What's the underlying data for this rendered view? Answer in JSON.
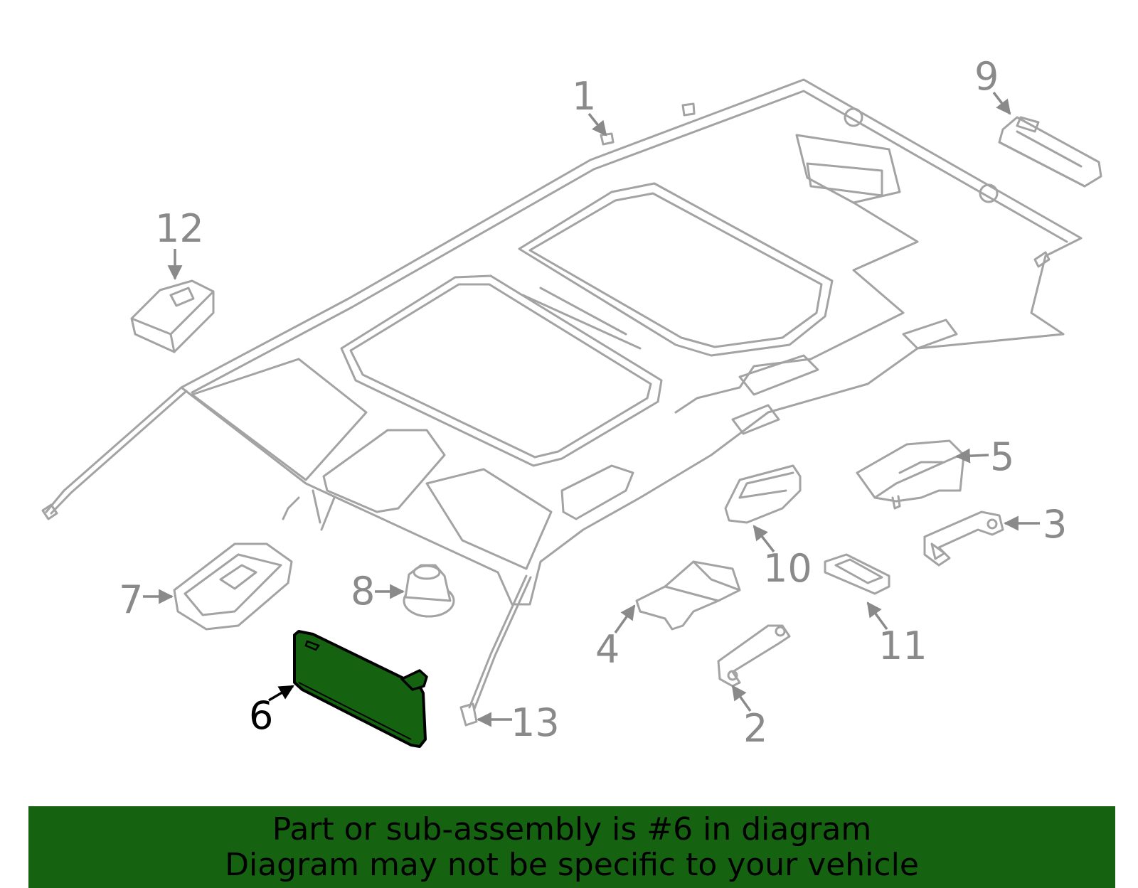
{
  "callouts": {
    "c1": "1",
    "c2": "2",
    "c3": "3",
    "c4": "4",
    "c5": "5",
    "c6": "6",
    "c7": "7",
    "c8": "8",
    "c9": "9",
    "c10": "10",
    "c11": "11",
    "c12": "12",
    "c13": "13"
  },
  "highlighted_part": "6",
  "colors": {
    "highlight": "#156311",
    "line": "#a3a3a3",
    "callout_text": "#8a8a8a",
    "banner_bg": "#156311"
  },
  "banner": {
    "line1": "Part or sub-assembly is #6 in diagram",
    "line2": "Diagram may not be specific to your vehicle"
  }
}
